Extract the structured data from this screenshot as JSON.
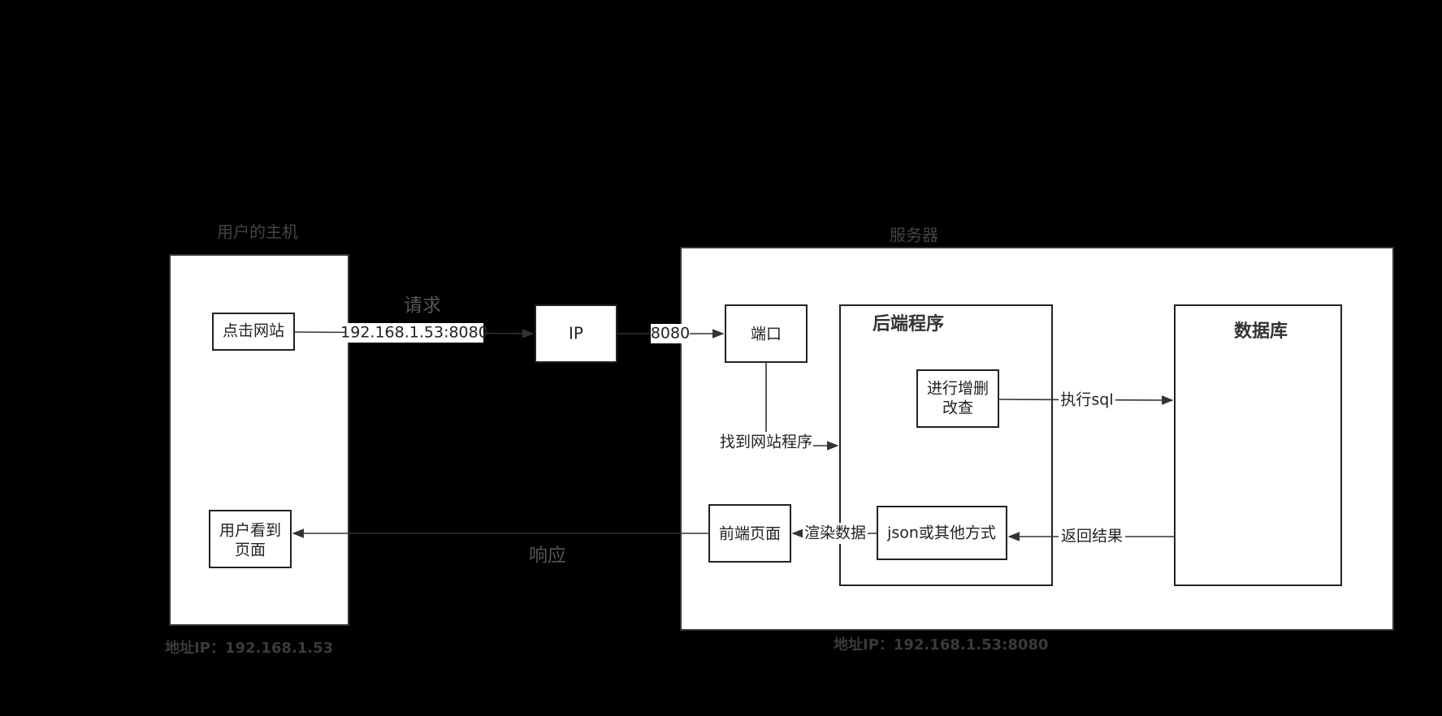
{
  "groups": {
    "user_host": {
      "title": "用户的主机",
      "address": "地址IP：192.168.1.53"
    },
    "server": {
      "title": "服务器",
      "address": "地址IP：192.168.1.53:8080"
    }
  },
  "nodes": {
    "click_site": "点击网站",
    "user_sees_line1": "用户看到",
    "user_sees_line2": "页面",
    "ip": "IP",
    "port": "端口",
    "backend_title": "后端程序",
    "crud_line1": "进行增删",
    "crud_line2": "改查",
    "json_other": "json或其他方式",
    "frontend_page": "前端页面",
    "database_title": "数据库"
  },
  "edges": {
    "request_label": "请求",
    "request_address": "192.168.1.53:8080",
    "port_number": "8080",
    "find_program": "找到网站程序",
    "exec_sql": "执行sql",
    "return_result": "返回结果",
    "render_data": "渲染数据",
    "response_label": "响应"
  }
}
